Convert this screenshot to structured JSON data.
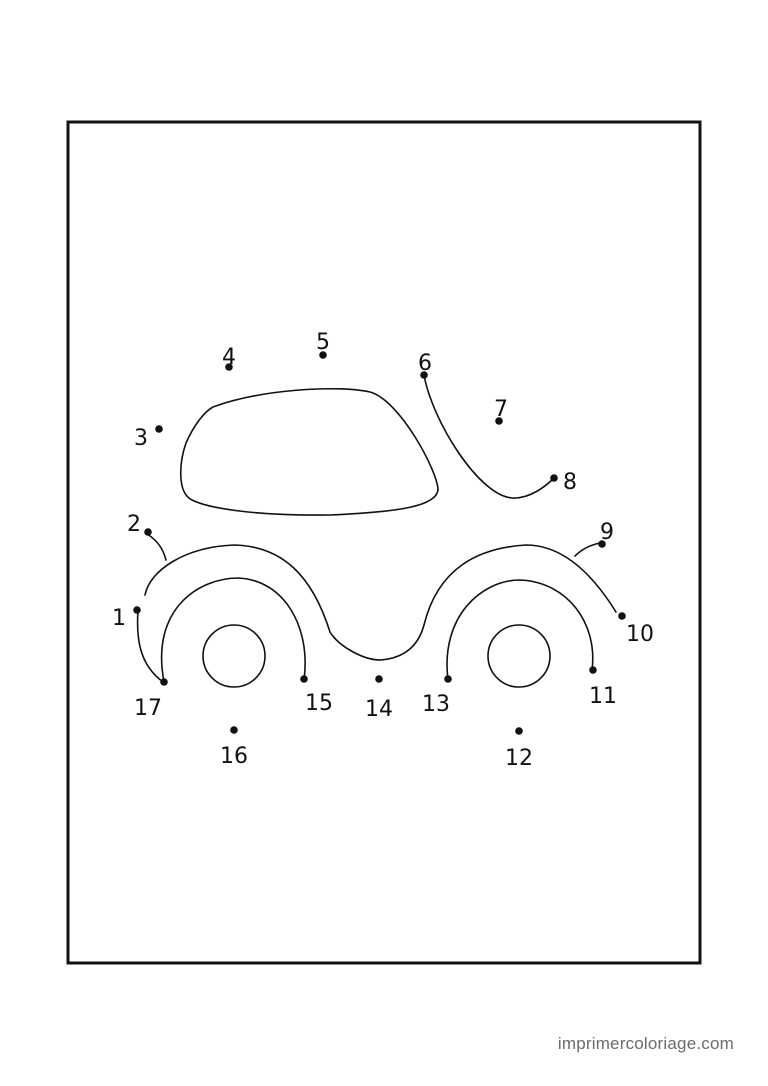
{
  "colors": {
    "background": "#ffffff",
    "ink": "#111111",
    "footer": "#6b6b6b"
  },
  "footer": {
    "site": "imprimercoloriage.com"
  },
  "dots": [
    {
      "label": "1"
    },
    {
      "label": "2"
    },
    {
      "label": "3"
    },
    {
      "label": "4"
    },
    {
      "label": "5"
    },
    {
      "label": "6"
    },
    {
      "label": "7"
    },
    {
      "label": "8"
    },
    {
      "label": "9"
    },
    {
      "label": "10"
    },
    {
      "label": "11"
    },
    {
      "label": "12"
    },
    {
      "label": "13"
    },
    {
      "label": "14"
    },
    {
      "label": "15"
    },
    {
      "label": "16"
    },
    {
      "label": "17"
    }
  ]
}
